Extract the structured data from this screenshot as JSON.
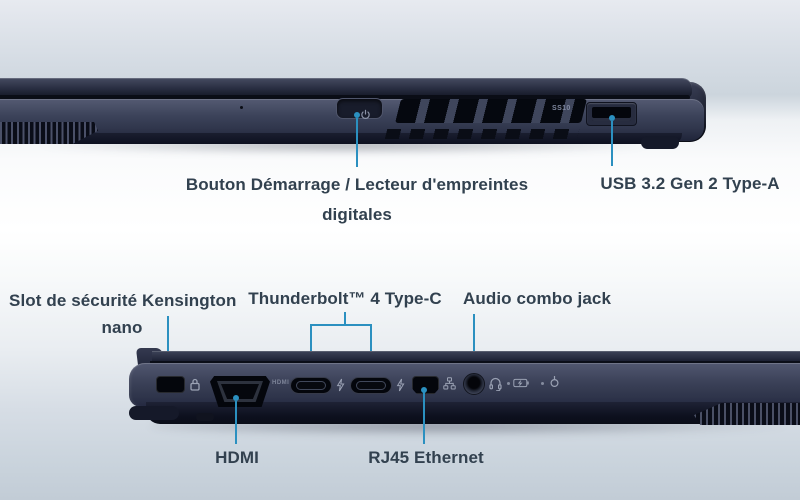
{
  "image_title": "Laptop side views with labeled ports",
  "colors": {
    "accent": "#2b90c0",
    "label_text": "#32414f",
    "chassis_dark": "#2e344a",
    "background_top": "#e7eaf0",
    "background_bottom": "#c2ccd6"
  },
  "top_view": {
    "power_fingerprint_label_line1": "Bouton Démarrage / Lecteur d'empreintes",
    "power_fingerprint_label_line2": "digitales",
    "usb_label": "USB 3.2 Gen 2 Type-A",
    "usb_port_logo": "SS10"
  },
  "bottom_view": {
    "kensington_label_line1": "Slot de sécurité Kensington",
    "kensington_label_line2": "nano",
    "thunderbolt_label": "Thunderbolt™ 4 Type-C",
    "audio_label": "Audio combo jack",
    "hdmi_label": "HDMI",
    "rj45_label": "RJ45 Ethernet",
    "hdmi_port_print": "HDMI"
  }
}
